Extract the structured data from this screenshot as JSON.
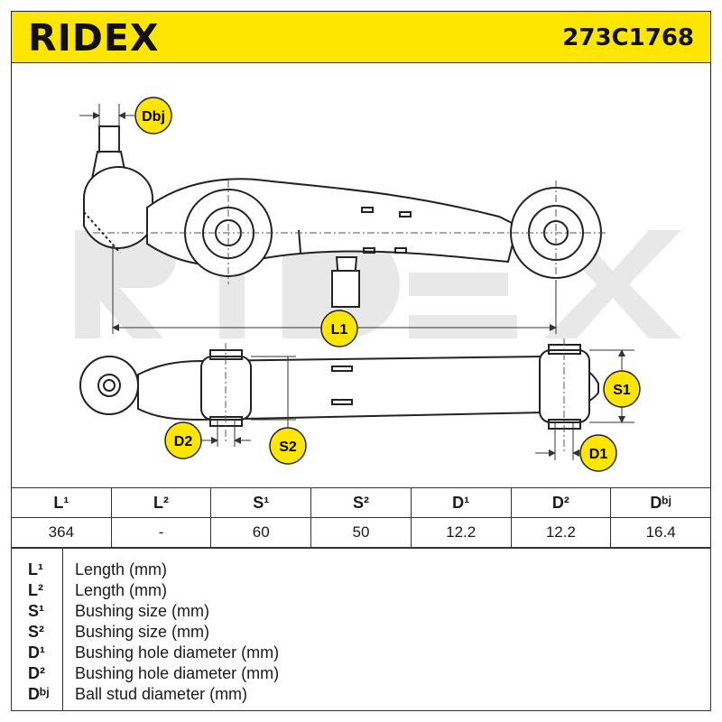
{
  "header": {
    "brand": "RIDEX",
    "article_number": "273C1768"
  },
  "drawing": {
    "labels": {
      "dbj": "Dbj",
      "l1": "L1",
      "s1": "S1",
      "s2": "S2",
      "d1": "D1",
      "d2": "D2"
    },
    "colors": {
      "badge": "#ffe600",
      "watermark": "#e6e6e6",
      "dimension_line": "#333333"
    }
  },
  "spec_table": {
    "headers": [
      "L¹",
      "L²",
      "S¹",
      "S²",
      "D¹",
      "D²",
      "Dᵇʲ"
    ],
    "values": [
      "364",
      "-",
      "60",
      "50",
      "12.2",
      "12.2",
      "16.4"
    ]
  },
  "legend": [
    {
      "symbol": "L¹",
      "description": "Length (mm)"
    },
    {
      "symbol": "L²",
      "description": "Length (mm)"
    },
    {
      "symbol": "S¹",
      "description": "Bushing size (mm)"
    },
    {
      "symbol": "S²",
      "description": "Bushing size (mm)"
    },
    {
      "symbol": "D¹",
      "description": "Bushing hole diameter (mm)"
    },
    {
      "symbol": "D²",
      "description": "Bushing hole diameter (mm)"
    },
    {
      "symbol": "Dᵇʲ",
      "description": "Ball stud diameter (mm)"
    }
  ]
}
